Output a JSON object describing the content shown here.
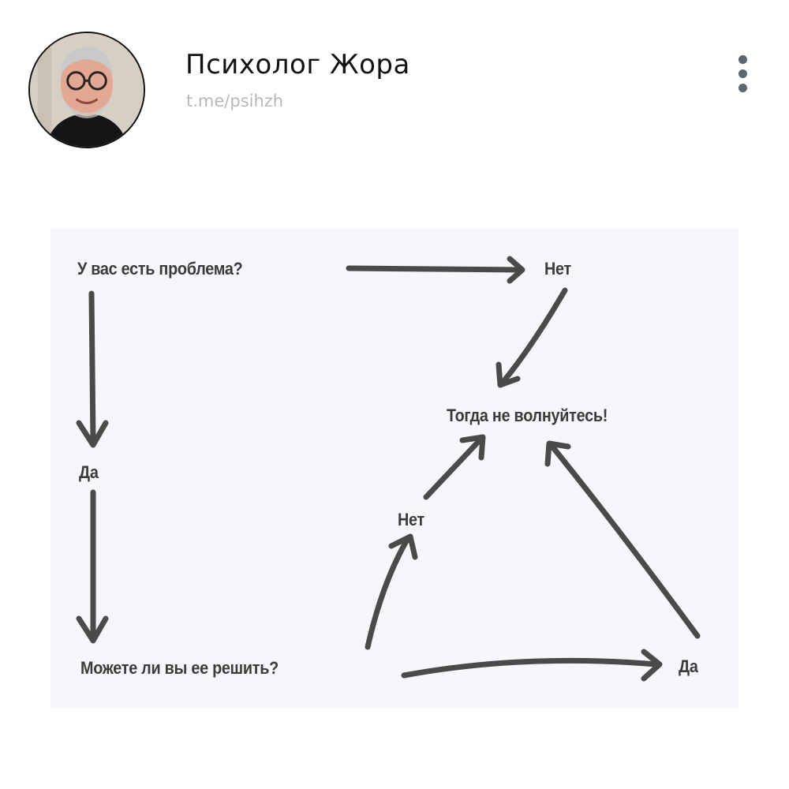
{
  "header": {
    "channel_name": "Психолог Жора",
    "channel_link": "t.me/psihzh",
    "avatar_icon": "avatar-photo",
    "menu_icon": "more-vertical-icon"
  },
  "diagram": {
    "nodes": {
      "question_problem": "У вас есть проблема?",
      "no_top": "Нет",
      "yes_left": "Да",
      "dont_worry": "Тогда не волнуйтесь!",
      "no_middle": "Нет",
      "question_solve": "Можете ли вы ее решить?",
      "yes_bottom": "Да"
    },
    "edges": [
      {
        "from": "У вас есть проблема?",
        "to": "Нет (top)"
      },
      {
        "from": "Нет (top)",
        "to": "Тогда не волнуйтесь!"
      },
      {
        "from": "У вас есть проблема?",
        "to": "Да (left)"
      },
      {
        "from": "Да (left)",
        "to": "Можете ли вы ее решить?"
      },
      {
        "from": "Можете ли вы ее решить?",
        "to": "Нет (middle)"
      },
      {
        "from": "Нет (middle)",
        "to": "Тогда не волнуйтесь!"
      },
      {
        "from": "Можете ли вы ее решить?",
        "to": "Да (bottom)"
      },
      {
        "from": "Да (bottom)",
        "to": "Тогда не волнуйтесь!"
      }
    ],
    "colors": {
      "background": "#f7f6fb",
      "ink": "#3b3b3b"
    }
  }
}
